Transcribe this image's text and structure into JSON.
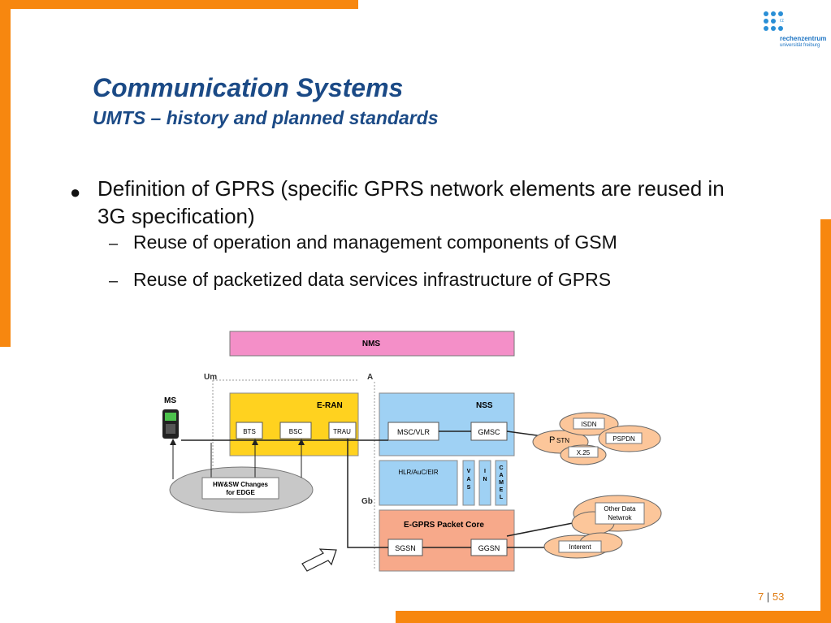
{
  "slide": {
    "title": "Communication Systems",
    "subtitle": "UMTS – history and planned standards",
    "bullets": {
      "main": "Definition of GPRS (specific GPRS network elements are reused in 3G specification)",
      "sub1": "Reuse of operation and management components of GSM",
      "sub2": "Reuse of packetized data services infrastructure of GPRS"
    },
    "page_number": "7",
    "page_separator": "|",
    "page_total": "53"
  },
  "logo": {
    "rz": "rz",
    "line1": "rechenzentrum",
    "line2": "universität freiburg"
  },
  "diagram": {
    "nms": "NMS",
    "um": "Um",
    "a": "A",
    "gb": "Gb",
    "ms": "MS",
    "eran": "E-RAN",
    "bts": "BTS",
    "bsc": "BSC",
    "trau": "TRAU",
    "nss": "NSS",
    "msc_vlr": "MSC/VLR",
    "gmsc": "GMSC",
    "hlr": "HLR/AuC/EIR",
    "vas_letters": [
      "V",
      "A",
      "S"
    ],
    "in_letters": [
      "I",
      "N"
    ],
    "camel_letters": [
      "C",
      "A",
      "M",
      "E",
      "L"
    ],
    "egprs": "E-GPRS Packet Core",
    "sgsn": "SGSN",
    "ggsn": "GGSN",
    "hw_line1": "HW&SW Changes",
    "hw_line2": "for EDGE",
    "isdn": "ISDN",
    "pstn_p": "P",
    "pstn_rest": "STN",
    "pspdn": "PSPDN",
    "x25": "X.25",
    "other_line1": "Other Data",
    "other_line2": "Netwrok",
    "internet": "Interent"
  },
  "colors": {
    "accent": "#f7870f",
    "title_blue": "#1b4a86",
    "nms_pink": "#f48fc8",
    "eran_yellow": "#ffd21f",
    "nss_blue": "#9fd1f4",
    "egprs_salmon": "#f7a98a",
    "cloud_peach": "#fcc69a"
  }
}
